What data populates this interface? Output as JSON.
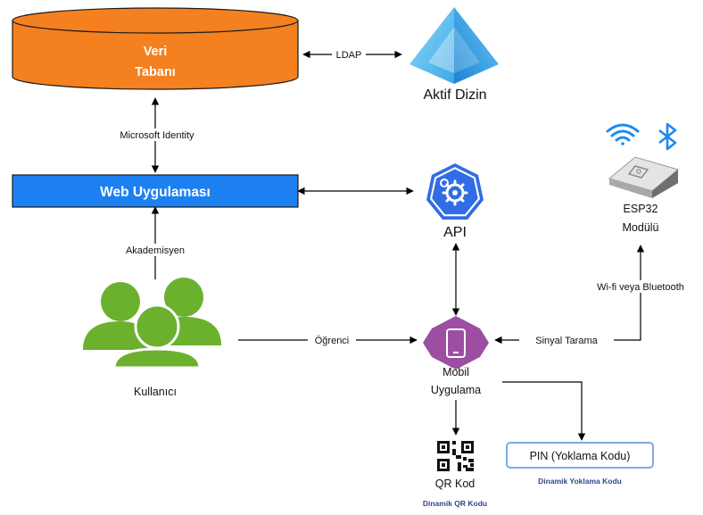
{
  "nodes": {
    "database": {
      "line1": "Veri",
      "line2": "Tabanı"
    },
    "active_directory": {
      "label": "Aktif Dizin"
    },
    "web_app": {
      "label": "Web Uygulaması"
    },
    "api": {
      "label": "API"
    },
    "esp32": {
      "line1": "ESP32",
      "line2": "Modülü"
    },
    "users": {
      "label": "Kullanıcı"
    },
    "mobile_app": {
      "line1": "Mobil",
      "line2": "Uygulama"
    },
    "qr": {
      "label": "QR Kod",
      "caption": "Dinamik QR Kodu"
    },
    "pin": {
      "label": "PIN (Yoklama Kodu)",
      "caption": "Dinamik Yoklama Kodu"
    }
  },
  "edges": {
    "ldap": "LDAP",
    "microsoft_identity": "Microsoft Identity",
    "akademisyen": "Akademisyen",
    "ogrenci": "Öğrenci",
    "sinyal_tarama": "Sinyal Tarama",
    "wifi_bluetooth": "Wi-fi veya Bluetooth"
  },
  "icons": {
    "database": "database-cylinder-icon",
    "active_directory": "azure-active-directory-pyramid-icon",
    "api": "kubernetes-gear-hexagon-icon",
    "wifi": "wifi-icon",
    "bluetooth": "bluetooth-icon",
    "esp32": "esp32-chip-module-icon",
    "users": "user-group-icon",
    "mobile": "smartphone-hexagon-icon",
    "qr": "qr-code-icon"
  },
  "colors": {
    "database": "#F4801F",
    "web_app": "#1D80F0",
    "active_directory": "#4FB8EE",
    "api": "#326CE5",
    "users": "#6BB12E",
    "mobile": "#9C4FA2",
    "pin_border": "#7FA8E0",
    "caption": "#2E4A8A",
    "bluetooth": "#1C8BF0"
  }
}
